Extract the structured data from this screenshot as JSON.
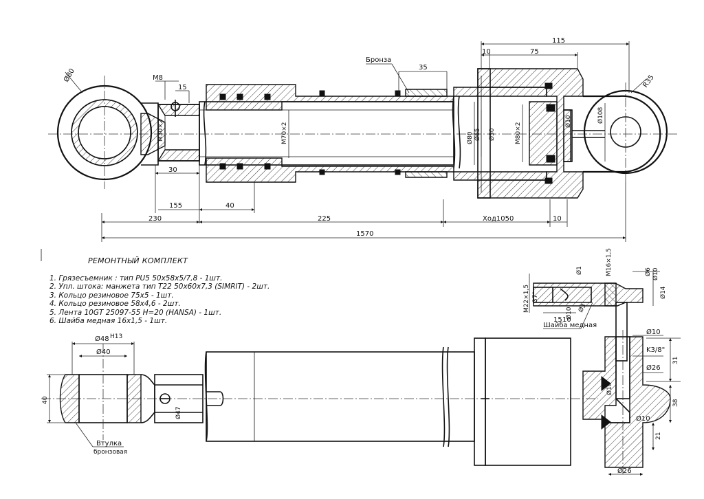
{
  "kit": {
    "title": "РЕМОНТНЫЙ КОМПЛЕКТ",
    "items": [
      "1. Грязесъемник : тип PU5  50х58х5/7,8  - 1шт.",
      "2. Упл. штока: манжета тип Т22  50х60х7,3  (SIMRIT)  - 2шт.",
      "3. Кольцо резиновое  75х5  - 1шт.",
      "4. Кольцо резиновое  58х4,6  - 2шт.",
      "5. Лента  10GT 25097-55  H=20  (HANSA)  - 1шт.",
      "6. Шайба медная 16х1,5  - 1шт."
    ]
  },
  "labels": {
    "bronze": "Бронза",
    "washer": "Шайба медная",
    "bushing": "Втулка",
    "bushing_sub": "бронзовая"
  },
  "dims": {
    "d80": "Ø80",
    "m8": "M8",
    "d15": "15",
    "m30": "M30×2",
    "d30": "30",
    "d155": "155",
    "d40": "40",
    "d230": "230",
    "d225": "225",
    "stroke": "Ход1050",
    "d10b": "10",
    "d1570": "1570",
    "d35": "35",
    "d10t": "10",
    "d75": "75",
    "d115": "115",
    "r35": "R35",
    "m70": "M70×2",
    "od80": "Ø80",
    "d65": "Ø65",
    "d50": "Ø50",
    "m80": "M80×2",
    "d108": "Ø108",
    "d10a": "Ø10",
    "m22": "M22×1,5",
    "a37": "37°",
    "d1": "Ø1",
    "m16": "M16×1,5",
    "d6": "Ø6",
    "d10c": "Ø10",
    "d14": "Ø14",
    "d3": "Ø3",
    "d10d": "Ø10",
    "d15s": "15",
    "d10e": "10",
    "d10f": "Ø10",
    "k38": "K3/8\"",
    "d26a": "Ø26",
    "d31": "31",
    "d38": "38",
    "d10g": "Ø10",
    "d10h": "Ø10",
    "d21": "21",
    "d26b": "Ø26",
    "d48": "Ø48",
    "d48tol": "H13",
    "d40b": "Ø40",
    "d40c": "40",
    "d47": "Ø47"
  }
}
